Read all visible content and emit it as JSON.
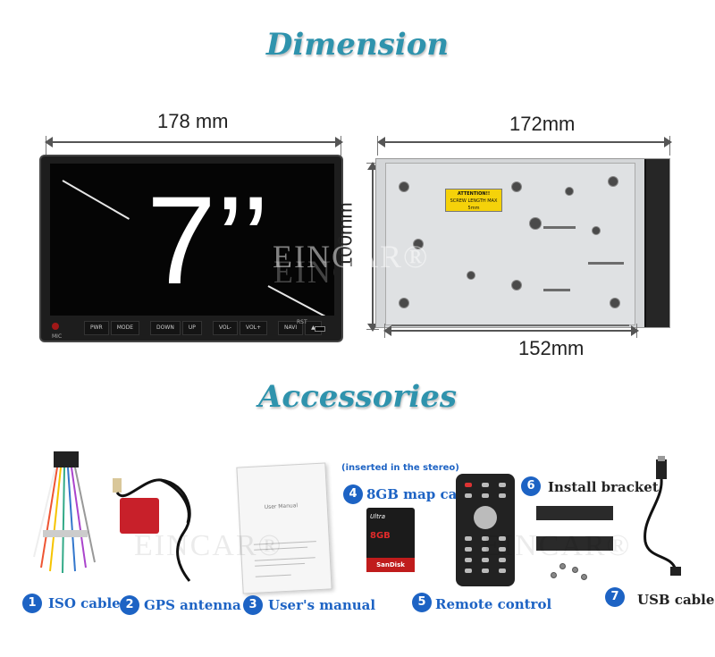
{
  "sections": {
    "dimension_title": "Dimension",
    "accessories_title": "Accessories"
  },
  "dimensions": {
    "front_width": "178 mm",
    "side_width": "172mm",
    "height": "100mm",
    "bottom_width": "152mm"
  },
  "stereo": {
    "screen_size": "7’’",
    "watermark": "EINCAR®",
    "mic_label": "MIC",
    "rst_label": "RST",
    "buttons": [
      "PWR",
      "MODE",
      "DOWN",
      "UP",
      "VOL-",
      "VOL+",
      "NAVI",
      "▲"
    ]
  },
  "chassis": {
    "attention_lines": [
      "ATTENTION!!",
      "SCREW LENGTH MAX",
      "5mm"
    ]
  },
  "manual": {
    "title": "User Manual"
  },
  "sdcard": {
    "line": "Ultra",
    "capacity": "8GB",
    "brand": "SanDisk"
  },
  "accessories": {
    "items": [
      {
        "number": "1",
        "label": "ISO cable"
      },
      {
        "number": "2",
        "label": "GPS antenna"
      },
      {
        "number": "3",
        "label": "User's manual"
      },
      {
        "number": "4",
        "label": "8GB map card",
        "note": "(inserted in the stereo)"
      },
      {
        "number": "5",
        "label": "Remote control"
      },
      {
        "number": "6",
        "label": "Install bracket"
      },
      {
        "number": "7",
        "label": "USB cable"
      }
    ]
  },
  "colors": {
    "title": "#2f93ad",
    "badge": "#1d63c4",
    "gps_antenna": "#c8202a",
    "attention_sticker": "#f5d20a"
  }
}
